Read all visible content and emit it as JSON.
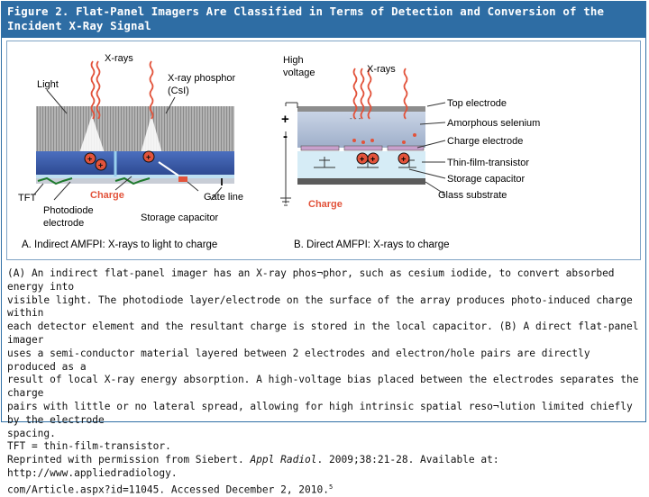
{
  "header": {
    "title": "Figure 2. Flat-Panel Imagers Are Classified in Terms of Detection and Conversion of the Incident X-Ray Signal"
  },
  "figure": {
    "panel_a": {
      "xrays": "X-rays",
      "light": "Light",
      "phosphor_line1": "X-ray phosphor",
      "phosphor_line2": "(CsI)",
      "tft": "TFT",
      "charge": "Charge",
      "gate_line": "Gate line",
      "photodiode_line1": "Photodiode",
      "photodiode_line2": "electrode",
      "storage_capacitor": "Storage capacitor",
      "caption": "A. Indirect AMFPI: X-rays to light to charge"
    },
    "panel_b": {
      "high_voltage_line1": "High",
      "high_voltage_line2": "voltage",
      "xrays": "X-rays",
      "plus": "+",
      "minus": "-",
      "top_electrode": "Top electrode",
      "amorphous_selenium": "Amorphous selenium",
      "charge_electrode": "Charge electrode",
      "tft": "Thin-film-transistor",
      "storage_capacitor": "Storage capacitor",
      "glass_substrate": "Glass substrate",
      "charge": "Charge",
      "caption": "B. Direct AMFPI: X-rays to charge"
    },
    "colors": {
      "wave": "#e2533b",
      "charge_text": "#e2533b",
      "phosphor_gray": "#a9a9a9",
      "detector_blue": "#3a5ba8",
      "charge_electrode_pink": "#c8a0cc"
    }
  },
  "caption": {
    "line1": "(A) An indirect flat-panel imager has an X-ray phos¬phor, such as cesium iodide, to convert absorbed energy into",
    "line2": "visible light. The photodiode layer/electrode on the surface of the array produces photo-induced charge within",
    "line3": "each detector element and the resultant charge is stored in the local capacitor. (B) A direct flat-panel imager",
    "line4": "uses a semi-conductor material layered between 2 electrodes and electron/hole pairs are directly produced as a",
    "line5": "result of local X-ray energy absorption. A high-voltage bias placed between the electrodes separates the charge",
    "line6": "pairs with little or no lateral spread, allowing for high intrinsic spatial reso¬lution limited chiefly by the electrode",
    "line7": "spacing.",
    "line8": "TFT = thin-film-transistor.",
    "reprint_prefix": "Reprinted with permission from Siebert.",
    "journal": "Appl Radiol",
    "reprint_suffix": ". 2009;38:21-28. Available at: http://www.appliedradiology.",
    "line10": "com/Article.aspx?id=11045. Accessed December 2, 2010.",
    "ref": "5"
  }
}
